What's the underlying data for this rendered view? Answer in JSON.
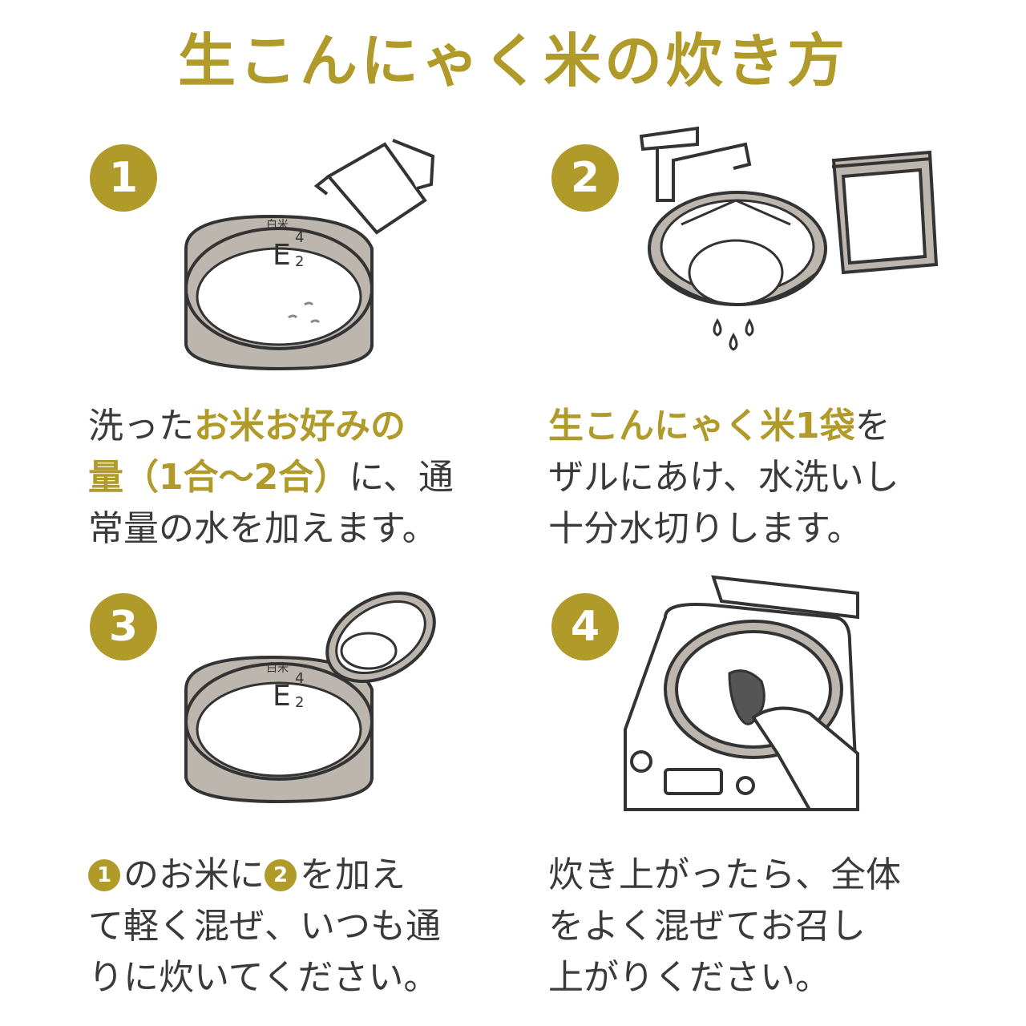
{
  "title": "生こんにゃく米の炊き方",
  "steps": [
    {
      "number": "1",
      "pot_label": "白米",
      "pot_marks": [
        "4",
        "2"
      ],
      "text": {
        "l1_a": "洗った",
        "l1_b": "お米お好みの",
        "l2_a": "量（1合〜2合）",
        "l2_b": "に、通",
        "l3": "常量の水を加えます。"
      }
    },
    {
      "number": "2",
      "text": {
        "l1_a": "生こんにゃく米1袋",
        "l1_b": "を",
        "l2": "ザルにあけ、水洗いし",
        "l3": "十分水切りします。"
      }
    },
    {
      "number": "3",
      "pot_label": "白米",
      "pot_marks": [
        "4",
        "2"
      ],
      "text": {
        "ref1": "1",
        "l1_a": "のお米に",
        "ref2": "2",
        "l1_b": "を加え",
        "l2": "て軽く混ぜ、いつも通",
        "l3": "りに炊いてください。"
      }
    },
    {
      "number": "4",
      "text": {
        "l1": "炊き上がったら、全体",
        "l2": "をよく混ぜてお召し",
        "l3": "上がりください。"
      }
    }
  ],
  "colors": {
    "accent": "#b09a2a",
    "text": "#3a3a3a",
    "pot": "#bdb6ae",
    "line": "#333333"
  }
}
